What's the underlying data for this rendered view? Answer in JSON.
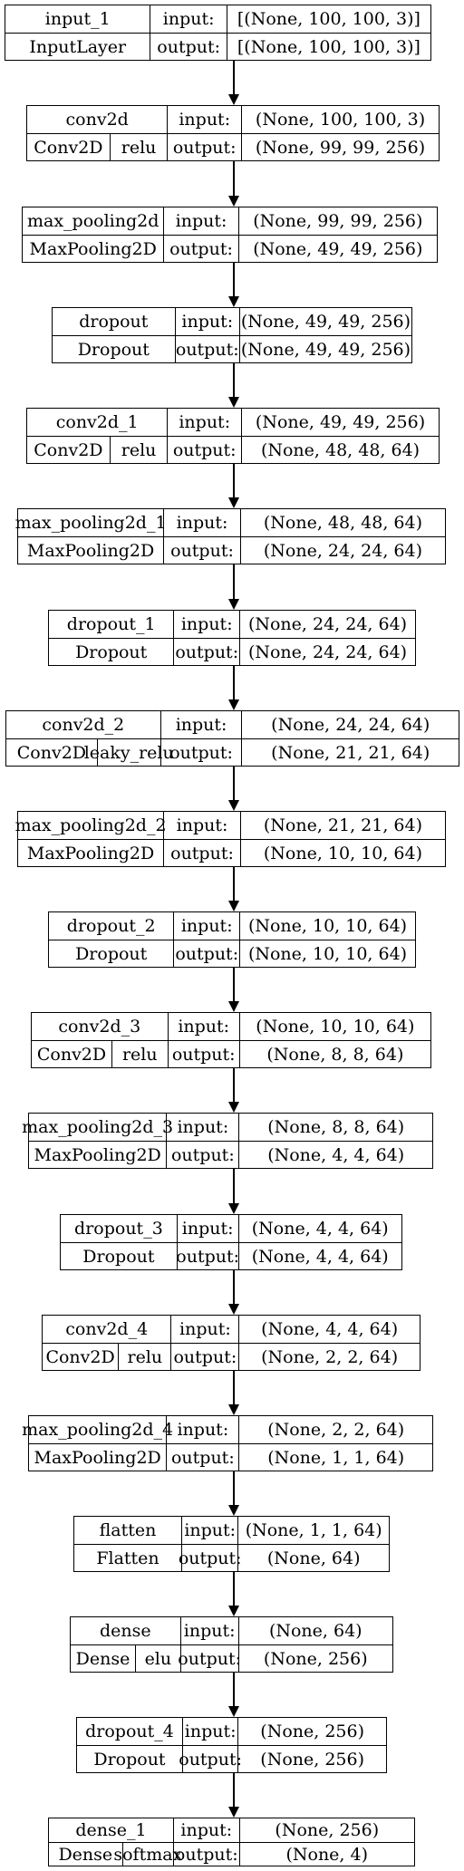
{
  "nodes": [
    {
      "name": "input_1",
      "type": "InputLayer",
      "activation": "",
      "input": "[(None, 100, 100, 3)]",
      "output": "[(None, 100, 100, 3)]"
    },
    {
      "name": "conv2d",
      "type": "Conv2D",
      "activation": "relu",
      "input": "(None, 100, 100, 3)",
      "output": "(None, 99, 99, 256)"
    },
    {
      "name": "max_pooling2d",
      "type": "MaxPooling2D",
      "activation": "",
      "input": "(None, 99, 99, 256)",
      "output": "(None, 49, 49, 256)"
    },
    {
      "name": "dropout",
      "type": "Dropout",
      "activation": "",
      "input": "(None, 49, 49, 256)",
      "output": "(None, 49, 49, 256)"
    },
    {
      "name": "conv2d_1",
      "type": "Conv2D",
      "activation": "relu",
      "input": "(None, 49, 49, 256)",
      "output": "(None, 48, 48, 64)"
    },
    {
      "name": "max_pooling2d_1",
      "type": "MaxPooling2D",
      "activation": "",
      "input": "(None, 48, 48, 64)",
      "output": "(None, 24, 24, 64)"
    },
    {
      "name": "dropout_1",
      "type": "Dropout",
      "activation": "",
      "input": "(None, 24, 24, 64)",
      "output": "(None, 24, 24, 64)"
    },
    {
      "name": "conv2d_2",
      "type": "Conv2D",
      "activation": "leaky_relu",
      "input": "(None, 24, 24, 64)",
      "output": "(None, 21, 21, 64)"
    },
    {
      "name": "max_pooling2d_2",
      "type": "MaxPooling2D",
      "activation": "",
      "input": "(None, 21, 21, 64)",
      "output": "(None, 10, 10, 64)"
    },
    {
      "name": "dropout_2",
      "type": "Dropout",
      "activation": "",
      "input": "(None, 10, 10, 64)",
      "output": "(None, 10, 10, 64)"
    },
    {
      "name": "conv2d_3",
      "type": "Conv2D",
      "activation": "relu",
      "input": "(None, 10, 10, 64)",
      "output": "(None, 8, 8, 64)"
    },
    {
      "name": "max_pooling2d_3",
      "type": "MaxPooling2D",
      "activation": "",
      "input": "(None, 8, 8, 64)",
      "output": "(None, 4, 4, 64)"
    },
    {
      "name": "dropout_3",
      "type": "Dropout",
      "activation": "",
      "input": "(None, 4, 4, 64)",
      "output": "(None, 4, 4, 64)"
    },
    {
      "name": "conv2d_4",
      "type": "Conv2D",
      "activation": "relu",
      "input": "(None, 4, 4, 64)",
      "output": "(None, 2, 2, 64)"
    },
    {
      "name": "max_pooling2d_4",
      "type": "MaxPooling2D",
      "activation": "",
      "input": "(None, 2, 2, 64)",
      "output": "(None, 1, 1, 64)"
    },
    {
      "name": "flatten",
      "type": "Flatten",
      "activation": "",
      "input": "(None, 1, 1, 64)",
      "output": "(None, 64)"
    },
    {
      "name": "dense",
      "type": "Dense",
      "activation": "elu",
      "input": "(None, 64)",
      "output": "(None, 256)"
    },
    {
      "name": "dropout_4",
      "type": "Dropout",
      "activation": "",
      "input": "(None, 256)",
      "output": "(None, 256)"
    },
    {
      "name": "dense_1",
      "type": "Dense",
      "activation": "softmax",
      "input": "(None, 256)",
      "output": "(None, 4)"
    }
  ],
  "labels": {
    "input": "input:",
    "output": "output:"
  }
}
